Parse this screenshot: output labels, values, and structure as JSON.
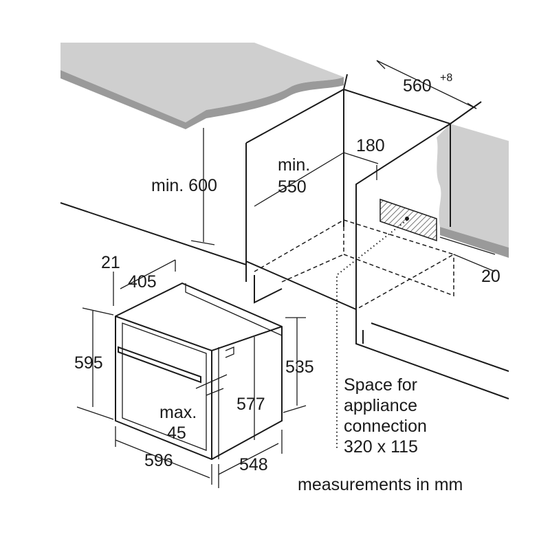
{
  "dimensions": {
    "niche_width": "560",
    "niche_width_tolerance": "+8",
    "vent_depth": "180",
    "niche_depth_line1": "min.",
    "niche_depth_line2": "550",
    "niche_height": "min. 600",
    "front_offset": "21",
    "oven_depth_top": "405",
    "oven_height": "595",
    "oven_rear_height": "535",
    "oven_inner_height": "577",
    "handle_max_line1": "max.",
    "handle_max_line2": "45",
    "oven_width": "596",
    "oven_depth": "548",
    "worktop_gap": "20"
  },
  "connection_note": {
    "line1": "Space for",
    "line2": "appliance",
    "line3": "connection",
    "line4": "320 x 115"
  },
  "units_note": "measurements in mm"
}
